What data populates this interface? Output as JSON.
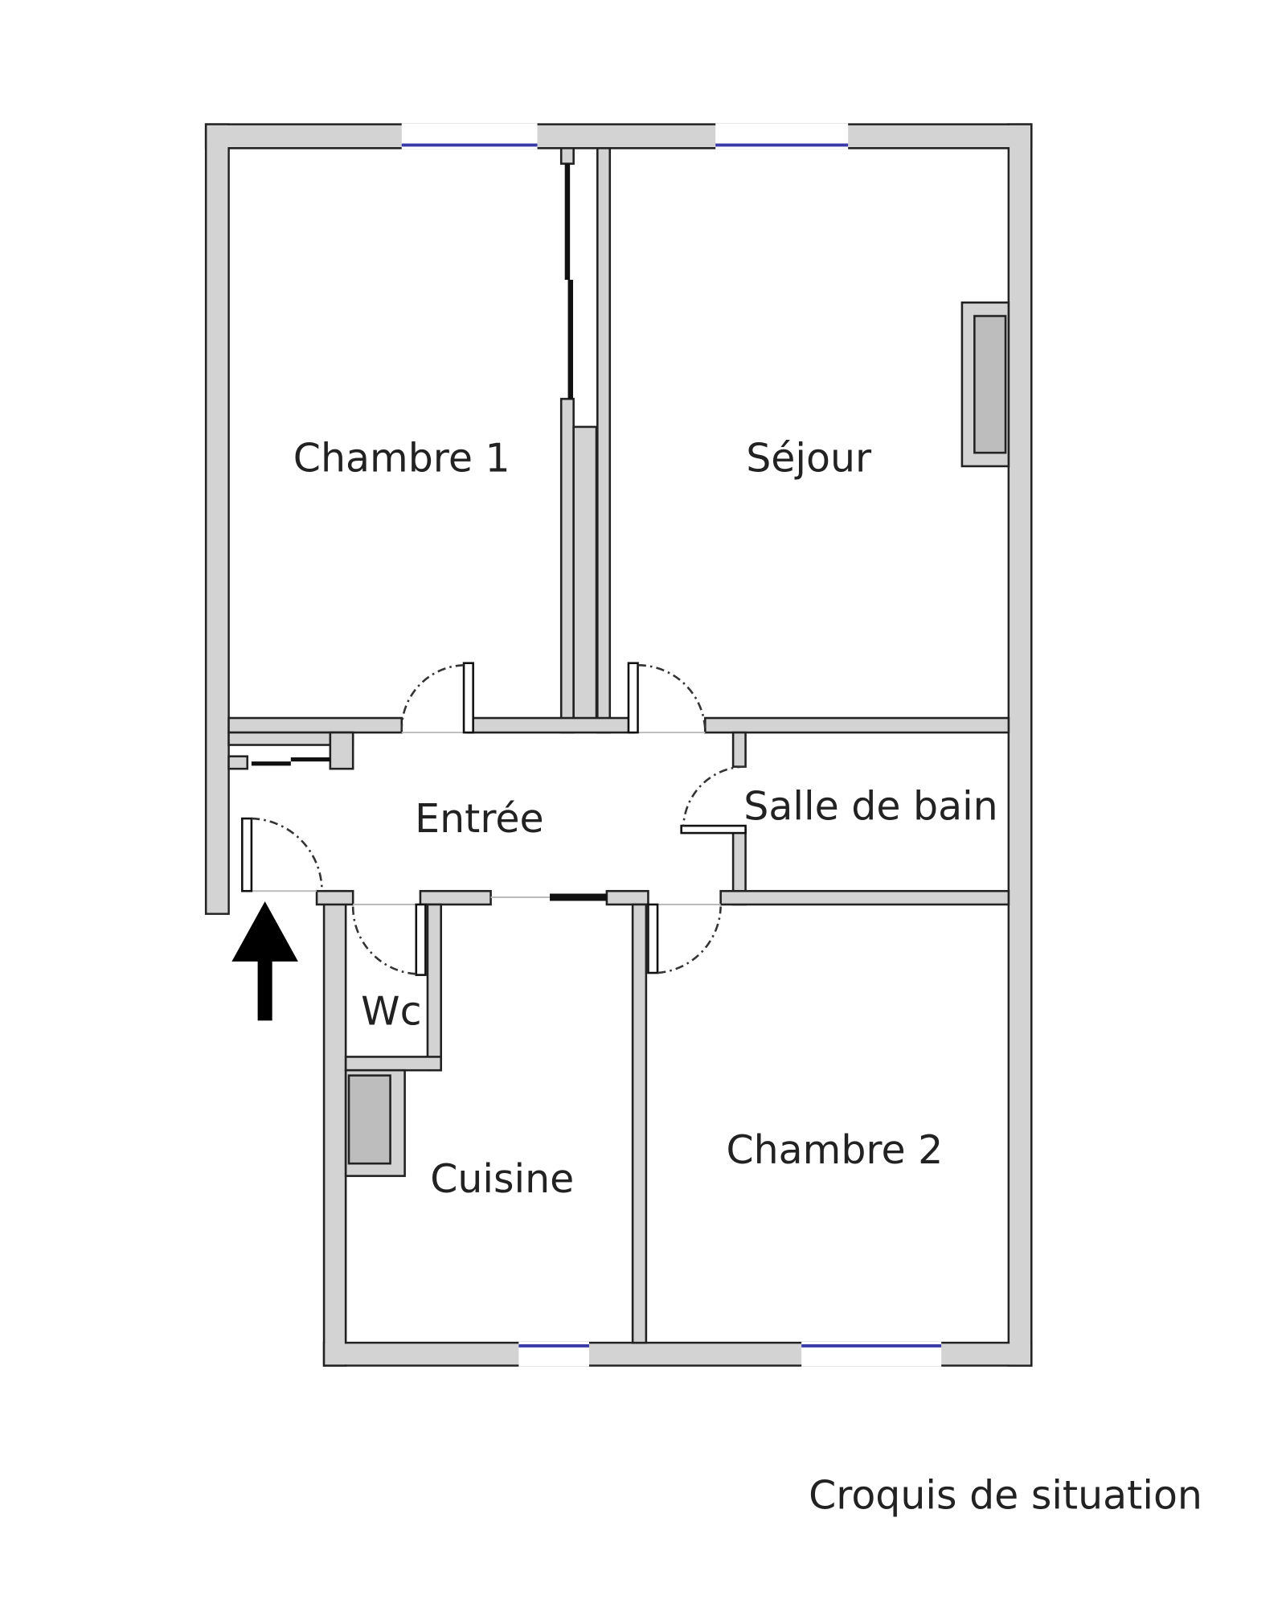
{
  "rooms": {
    "chambre1": "Chambre 1",
    "sejour": "Séjour",
    "entree": "Entrée",
    "salle_de_bain": "Salle de bain",
    "wc": "Wc",
    "cuisine": "Cuisine",
    "chambre2": "Chambre 2"
  },
  "caption": "Croquis de situation",
  "colors": {
    "wall": "#d3d3d3",
    "window": "#3a3aa8",
    "outline": "#222222"
  },
  "icons": {
    "entrance": "up-arrow-icon"
  }
}
